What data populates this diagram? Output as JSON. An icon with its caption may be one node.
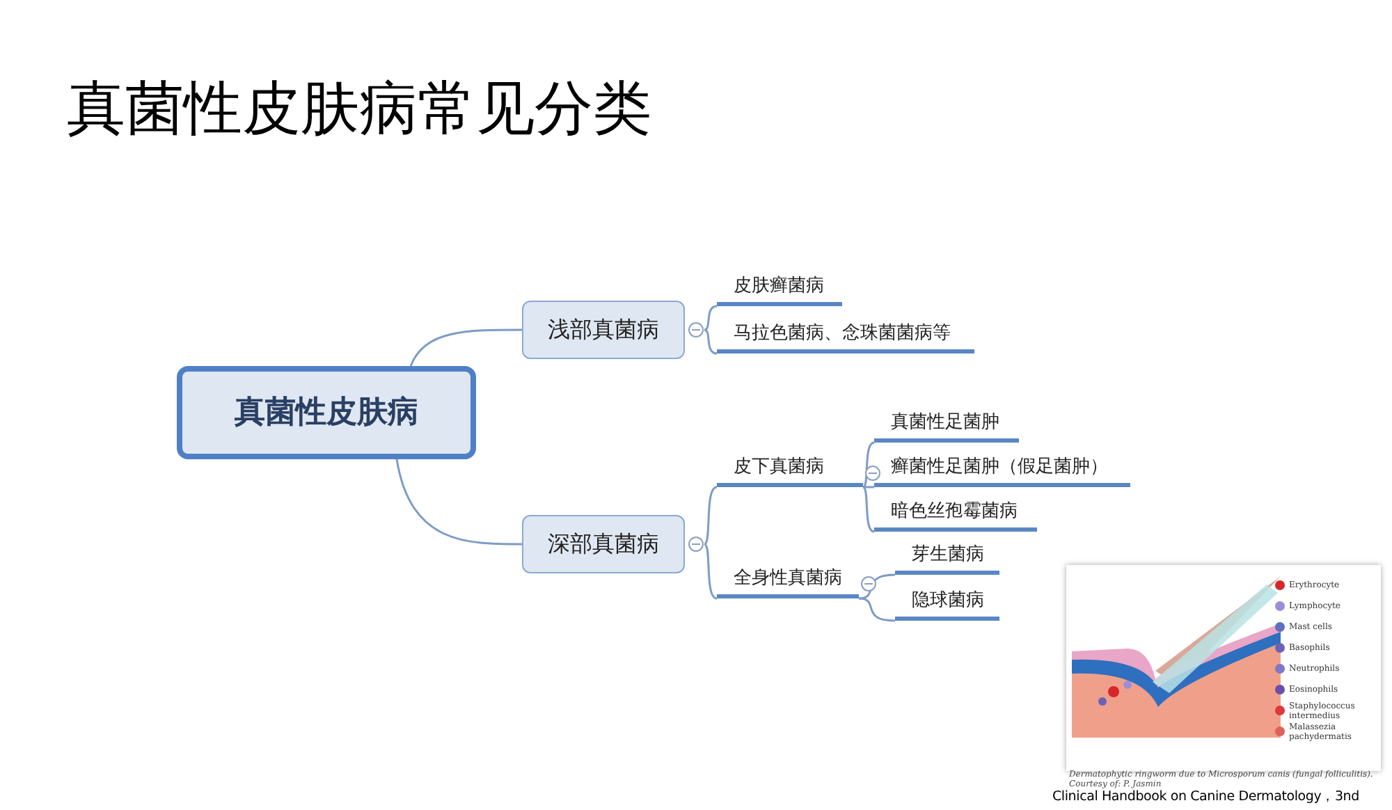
{
  "diagram": {
    "title": "真菌性皮肤病常见分类",
    "nodes": [
      {
        "text": [
          "真菌性皮肤病"
        ]
      },
      {
        "text": [
          "浅部真菌病"
        ]
      },
      {
        "text": [
          "深部真菌病"
        ]
      },
      {
        "text": [
          "皮肤癣菌病"
        ]
      },
      {
        "text": [
          "马拉色菌病、念珠菌菌病等"
        ]
      },
      {
        "text": [
          "皮下真菌病"
        ]
      },
      {
        "text": [
          "全身性真菌病"
        ]
      },
      {
        "text": [
          "真菌性足菌肿"
        ]
      },
      {
        "text": [
          "癣菌性足菌肿（假足菌肿）"
        ]
      },
      {
        "text": [
          "暗色丝孢霉菌病"
        ]
      },
      {
        "text": [
          "芽生菌病"
        ]
      },
      {
        "text": [
          "隐球菌病"
        ]
      }
    ],
    "edges": [
      {
        "from": 0,
        "to": 1,
        "arrow": "none"
      },
      {
        "from": 0,
        "to": 2,
        "arrow": "none"
      },
      {
        "from": 1,
        "to": 3,
        "arrow": "none"
      },
      {
        "from": 1,
        "to": 4,
        "arrow": "none"
      },
      {
        "from": 2,
        "to": 5,
        "arrow": "none"
      },
      {
        "from": 2,
        "to": 6,
        "arrow": "none"
      },
      {
        "from": 5,
        "to": 7,
        "arrow": "none"
      },
      {
        "from": 5,
        "to": 8,
        "arrow": "none"
      },
      {
        "from": 5,
        "to": 9,
        "arrow": "none"
      },
      {
        "from": 6,
        "to": 10,
        "arrow": "none"
      },
      {
        "from": 6,
        "to": 11,
        "arrow": "none"
      }
    ],
    "labels": [
      "Erythrocyte",
      "Lymphocyte",
      "Mast cells",
      "Basophils",
      "Neutrophils",
      "Eosinophils",
      "Staphylococcus intermedius",
      "Malassezia pachydermatis",
      "Dermatophytic ringworm due to Microsporum canis (fungal folliculitis). Courtesy of: P. Jasmin",
      "Clinical Handbook on Canine Dermatology，3nd"
    ]
  }
}
